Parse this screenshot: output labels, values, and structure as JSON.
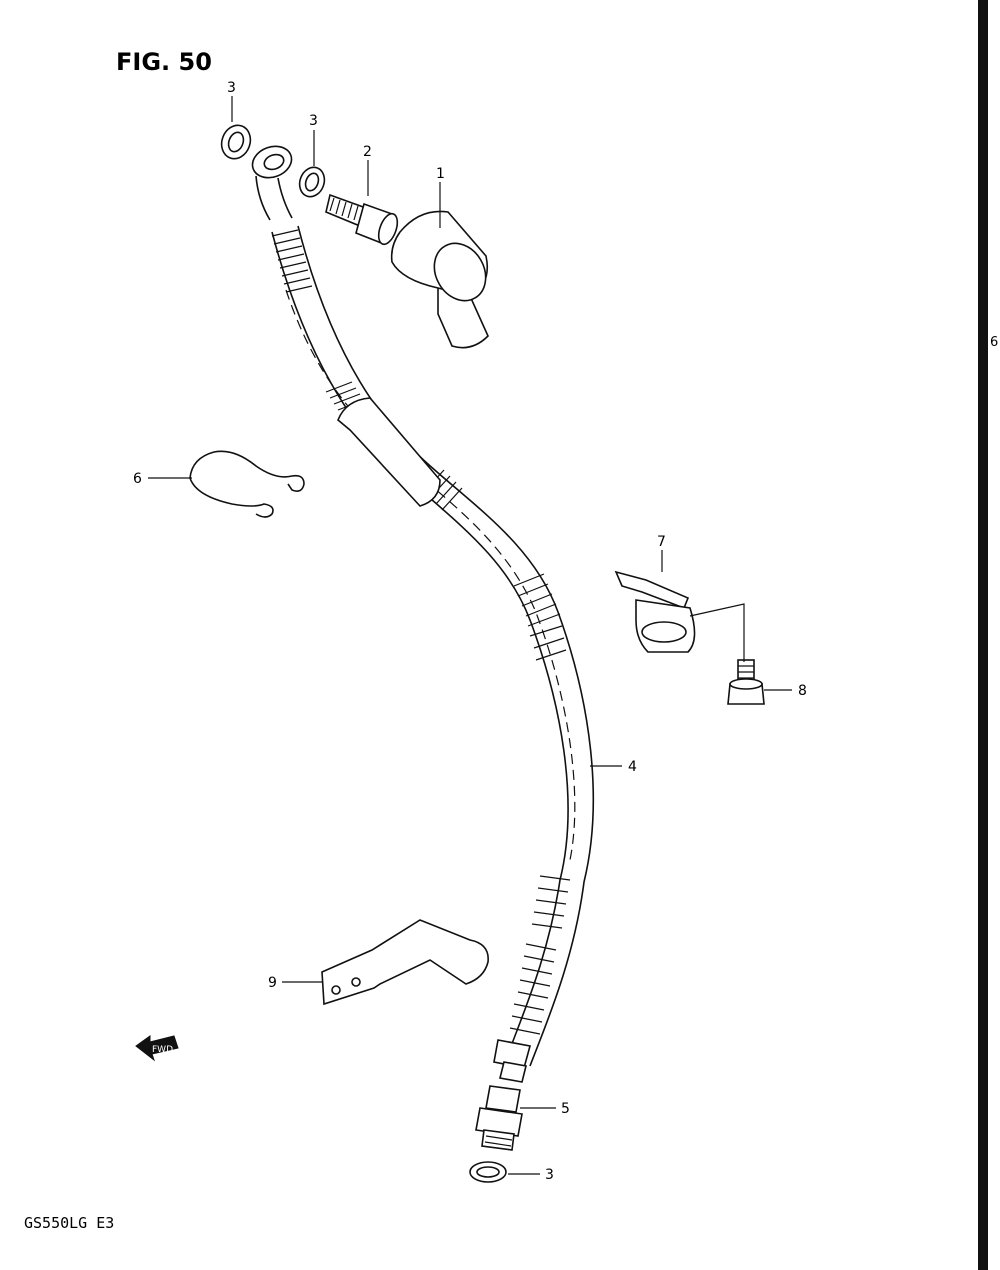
{
  "figure": {
    "title": "FIG. 50",
    "model_code": "GS550LG  E3",
    "edge_mark": "6",
    "fwd_label": "FWD"
  },
  "callouts": [
    {
      "id": "c1",
      "text": "1"
    },
    {
      "id": "c2",
      "text": "2"
    },
    {
      "id": "c3a",
      "text": "3"
    },
    {
      "id": "c3b",
      "text": "3"
    },
    {
      "id": "c3c",
      "text": "3"
    },
    {
      "id": "c4",
      "text": "4"
    },
    {
      "id": "c5",
      "text": "5"
    },
    {
      "id": "c6",
      "text": "6"
    },
    {
      "id": "c7",
      "text": "7"
    },
    {
      "id": "c8",
      "text": "8"
    },
    {
      "id": "c9",
      "text": "9"
    }
  ]
}
